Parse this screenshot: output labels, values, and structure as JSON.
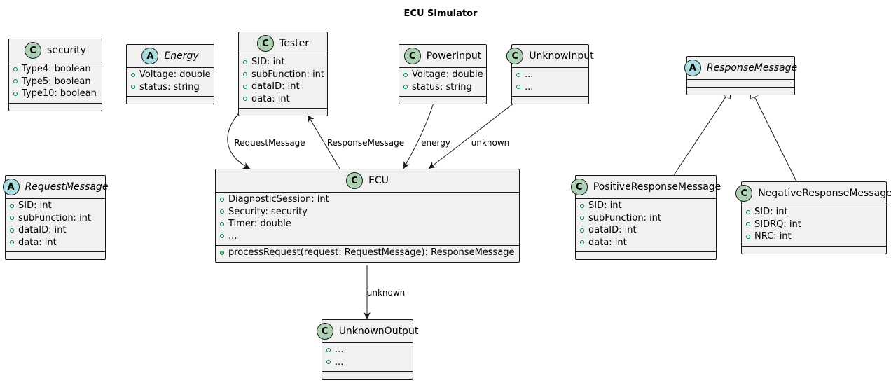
{
  "title": "ECU Simulator",
  "classes": {
    "security": {
      "stereotype": "C",
      "name": "security",
      "fields": [
        "Type4: boolean",
        "Type5: boolean",
        "Type10: boolean"
      ]
    },
    "energy": {
      "stereotype": "A",
      "name": "Energy",
      "fields": [
        "Voltage: double",
        "status: string"
      ]
    },
    "tester": {
      "stereotype": "C",
      "name": "Tester",
      "fields": [
        "SID: int",
        "subFunction: int",
        "dataID: int",
        "data: int"
      ]
    },
    "power_input": {
      "stereotype": "C",
      "name": "PowerInput",
      "fields": [
        "Voltage: double",
        "status: string"
      ]
    },
    "unknow_input": {
      "stereotype": "C",
      "name": "UnknowInput",
      "fields": [
        "...",
        "..."
      ]
    },
    "response_message": {
      "stereotype": "A",
      "name": "ResponseMessage",
      "fields": []
    },
    "request_message": {
      "stereotype": "A",
      "name": "RequestMessage",
      "fields": [
        "SID: int",
        "subFunction: int",
        "dataID: int",
        "data: int"
      ]
    },
    "ecu": {
      "stereotype": "C",
      "name": "ECU",
      "fields": [
        "DiagnosticSession: int",
        "Security: security",
        "Timer: double",
        "..."
      ],
      "methods": [
        "processRequest(request: RequestMessage): ResponseMessage"
      ]
    },
    "positive_response": {
      "stereotype": "C",
      "name": "PositiveResponseMessage",
      "fields": [
        "SID: int",
        "subFunction: int",
        "dataID: int",
        "data: int"
      ]
    },
    "negative_response": {
      "stereotype": "C",
      "name": "NegativeResponseMessage",
      "fields": [
        "SID: int",
        "SIDRQ: int",
        "NRC: int"
      ]
    },
    "unknown_output": {
      "stereotype": "C",
      "name": "UnknownOutput",
      "fields": [
        "...",
        "..."
      ]
    }
  },
  "edges": {
    "request_message": "RequestMessage",
    "response_message": "ResponseMessage",
    "energy": "energy",
    "unknown_in": "unknown",
    "unknown_out": "unknown"
  },
  "colors": {
    "box_fill": "#f1f1f1",
    "box_border": "#181818",
    "class_badge": "#add1b2",
    "abstract_badge": "#a9dcdf",
    "visibility_ring": "#038048"
  }
}
